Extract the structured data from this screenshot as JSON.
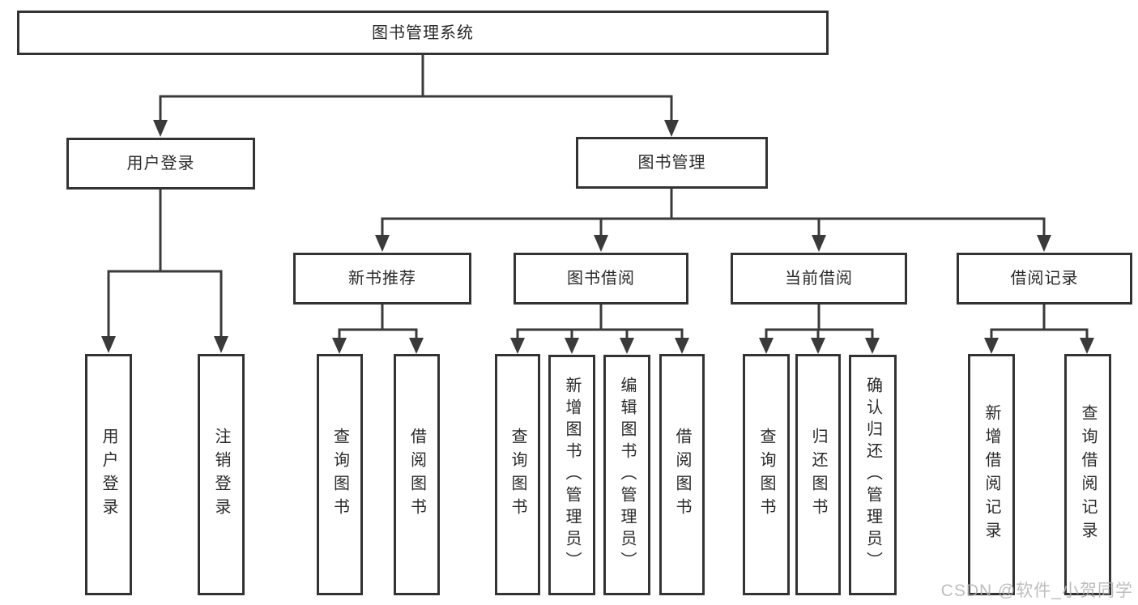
{
  "diagram": {
    "root": {
      "label": "图书管理系统"
    },
    "level2": [
      {
        "label": "用户登录"
      },
      {
        "label": "图书管理"
      }
    ],
    "level3": [
      {
        "label": "新书推荐"
      },
      {
        "label": "图书借阅"
      },
      {
        "label": "当前借阅"
      },
      {
        "label": "借阅记录"
      }
    ],
    "leaves": {
      "user_login": [
        "用户登录",
        "注销登录"
      ],
      "new_books": [
        "查询图书",
        "借阅图书"
      ],
      "book_borrowing": [
        "查询图书",
        "新增图书（管理员）",
        "编辑图书（管理员）",
        "借阅图书"
      ],
      "current_borrowing": [
        "查询图书",
        "归还图书",
        "确认归还（管理员）"
      ],
      "borrowing_records": [
        "新增借阅记录",
        "查询借阅记录"
      ]
    }
  },
  "watermark": {
    "text": "CSDN @软件_小贺同学"
  },
  "colors": {
    "line": "#3a3a3a",
    "box_border": "#333333",
    "box_fill": "#ffffff",
    "text": "#2a2a2a",
    "watermark": "#b2b2b2",
    "background": "#ffffff"
  }
}
